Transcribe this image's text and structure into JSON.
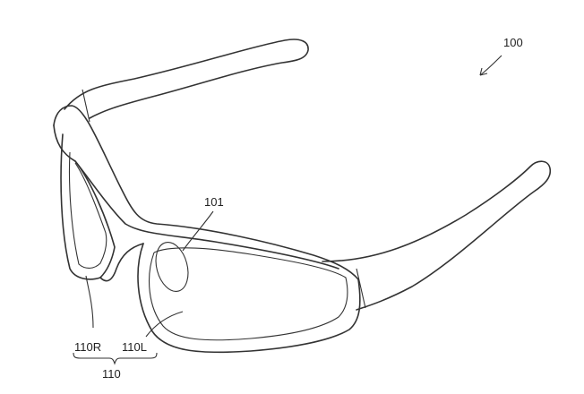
{
  "figure": {
    "labels": {
      "device": "100",
      "sensor": "101",
      "right_lens": "110R",
      "left_lens": "110L",
      "lenses": "110"
    }
  }
}
